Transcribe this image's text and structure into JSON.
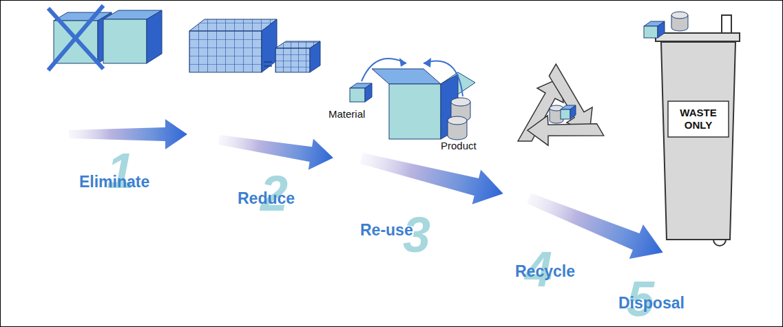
{
  "diagram": {
    "nodes": [
      {
        "text": [
          "WASTE ONLY"
        ]
      }
    ],
    "labels": [
      "1",
      "Eliminate",
      "2",
      "Reduce",
      "Material",
      "Product",
      "3",
      "Re-use",
      "4",
      "Recycle",
      "5",
      "Disposal"
    ]
  }
}
